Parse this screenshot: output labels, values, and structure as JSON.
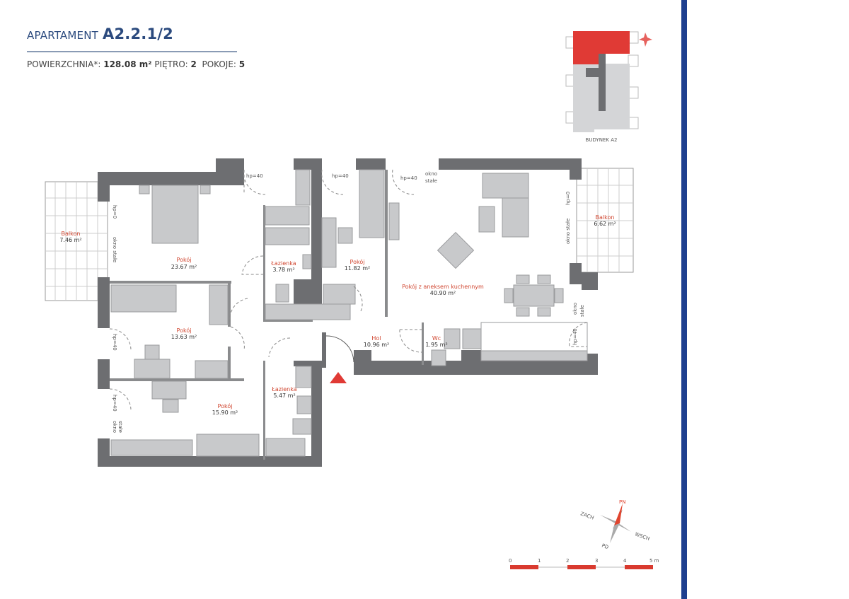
{
  "header": {
    "prefix": "APARTAMENT",
    "code": "A2.2.1/2",
    "area_label": "POWIERZCHNIA*:",
    "area_value": "128.08 m²",
    "floor_label": "PIĘTRO:",
    "floor_value": "2",
    "rooms_label": "POKOJE:",
    "rooms_value": "5"
  },
  "rooms": [
    {
      "name": "Balkon",
      "area": "7.46 m²"
    },
    {
      "name": "Pokój",
      "area": "23.67 m²"
    },
    {
      "name": "Łazienka",
      "area": "3.78 m²"
    },
    {
      "name": "Pokój",
      "area": "11.82 m²"
    },
    {
      "name": "Pokój z aneksem kuchennym",
      "area": "40.90 m²"
    },
    {
      "name": "Balkon",
      "area": "6.62 m²"
    },
    {
      "name": "Pokój",
      "area": "13.63 m²"
    },
    {
      "name": "Hol",
      "area": "10.96 m²"
    },
    {
      "name": "Wc",
      "area": "1.95 m²"
    },
    {
      "name": "Łazienka",
      "area": "5.47 m²"
    },
    {
      "name": "Pokój",
      "area": "15.90 m²"
    }
  ],
  "annotations": {
    "hp40": "hp=40",
    "hp0": "hp=0",
    "okno": "okno",
    "stale": "stałe",
    "okno_stale": "okno stałe"
  },
  "key_plan": {
    "label": "BUDYNEK A2"
  },
  "compass": {
    "north": "PN",
    "south": "PD",
    "east": "WSCH",
    "west": "ZACH"
  },
  "scale": {
    "ticks": [
      "0",
      "1",
      "2",
      "3",
      "4",
      "5 m"
    ]
  },
  "colors": {
    "accent": "#e03a35",
    "brand_blue": "#1e3f8f",
    "wall": "#6d6e71"
  }
}
